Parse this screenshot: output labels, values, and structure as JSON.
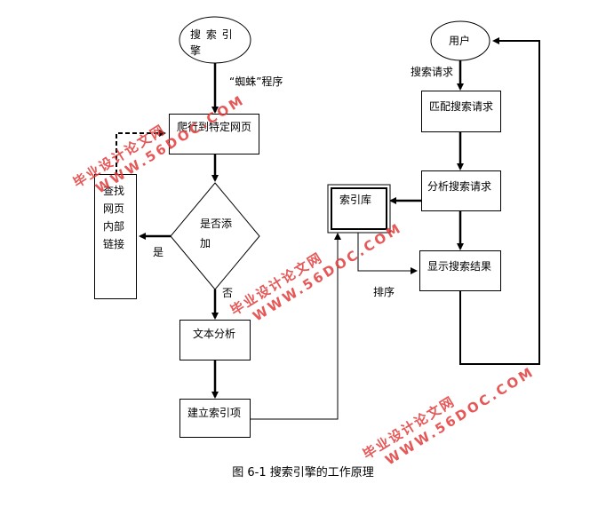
{
  "nodes": {
    "search_engine": "搜 索 引 擎",
    "spider_program": "“蜘蛛”程序",
    "crawl_pages": "爬行到特定网页",
    "is_added": "是否添加",
    "find_links": "查找网页内部链接",
    "yes_label": "是",
    "no_label": "否",
    "text_analysis": "文本分析",
    "build_index": "建立索引项",
    "user": "用户",
    "search_request": "搜索请求",
    "match_request": "匹配搜索请求",
    "analyze_request": "分析搜索请求",
    "index_db": "索引库",
    "show_results": "显示搜索结果",
    "sort": "排序"
  },
  "caption": "图 6-1  搜索引擎的工作原理",
  "watermark": {
    "cn": "毕业设计论文网",
    "en": "WWW.56DOC.COM"
  },
  "colors": {
    "line": "#000000",
    "watermark": "#e23b3b"
  }
}
